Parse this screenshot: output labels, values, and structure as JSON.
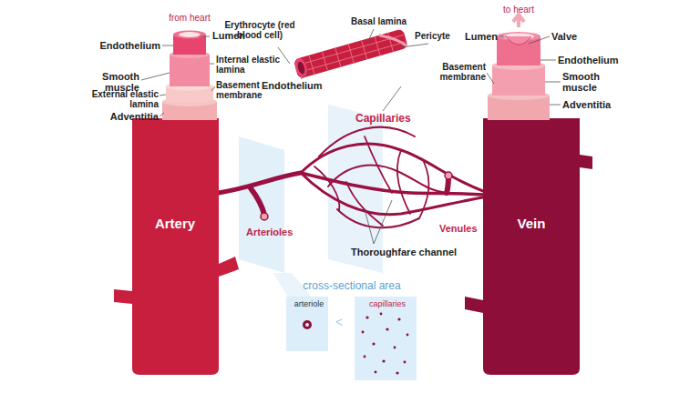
{
  "diagram": {
    "nodes": [
      {
        "text": [
          "arteriole"
        ]
      },
      {
        "text": [
          "capillaries"
        ]
      }
    ],
    "labels": [
      "from heart",
      "Endothelium",
      "Lumen",
      "Smooth muscle",
      "Internal elastic lamina",
      "Basement membrane",
      "External elastic lamina",
      "Adventitia",
      "Erythrocyte (red blood cell)",
      "Basal lamina",
      "Pericyte",
      "Endothelium",
      "Capillaries",
      "to heart",
      "Lumen",
      "Valve",
      "Endothelium",
      "Basement membrane",
      "Smooth muscle",
      "Adventitia",
      "Artery",
      "Arterioles",
      "Thoroughfare channel",
      "Venules",
      "Vein",
      "cross-sectional area",
      "<"
    ]
  }
}
